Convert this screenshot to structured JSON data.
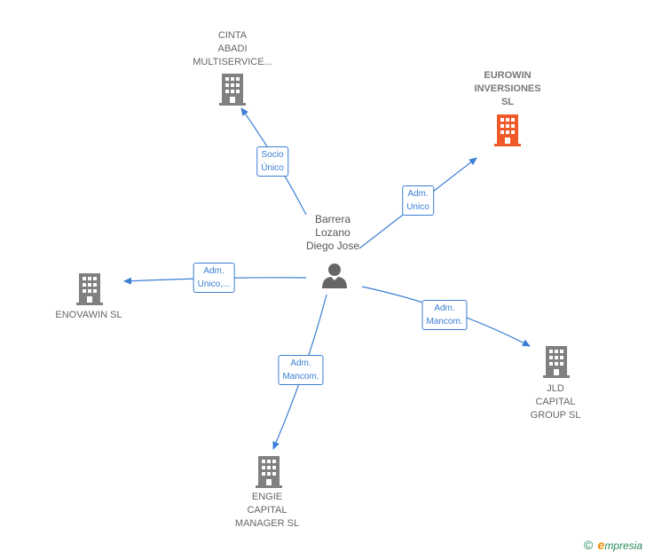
{
  "colors": {
    "edge": "#3b7ed4",
    "company": "#808080",
    "company_highlight": "#f05a28",
    "person": "#666666"
  },
  "person": {
    "name_lines": [
      "Barrera",
      "Lozano",
      "Diego Jose"
    ],
    "icon": "person-icon"
  },
  "companies": [
    {
      "id": "cinta",
      "lines": [
        "CINTA",
        "ABADI",
        "MULTISERVICE..."
      ],
      "icon": "building-icon",
      "highlight": false
    },
    {
      "id": "eurowin",
      "lines": [
        "EUROWIN",
        "INVERSIONES",
        "SL"
      ],
      "icon": "building-icon",
      "highlight": true
    },
    {
      "id": "enovawin",
      "lines": [
        "ENOVAWIN  SL"
      ],
      "icon": "building-icon",
      "highlight": false
    },
    {
      "id": "jld",
      "lines": [
        "JLD",
        "CAPITAL",
        "GROUP  SL"
      ],
      "icon": "building-icon",
      "highlight": false
    },
    {
      "id": "engie",
      "lines": [
        "ENGIE",
        "CAPITAL",
        "MANAGER  SL"
      ],
      "icon": "building-icon",
      "highlight": false
    }
  ],
  "relations": [
    {
      "to": "cinta",
      "lines": [
        "Socio",
        "Único"
      ]
    },
    {
      "to": "eurowin",
      "lines": [
        "Adm.",
        "Unico"
      ]
    },
    {
      "to": "enovawin",
      "lines": [
        "Adm.",
        "Unico,..."
      ]
    },
    {
      "to": "jld",
      "lines": [
        "Adm.",
        "Mancom."
      ]
    },
    {
      "to": "engie",
      "lines": [
        "Adm.",
        "Mancom."
      ]
    }
  ],
  "footer": {
    "copyright": "©",
    "brand_first": "e",
    "brand_rest": "mpresia"
  }
}
